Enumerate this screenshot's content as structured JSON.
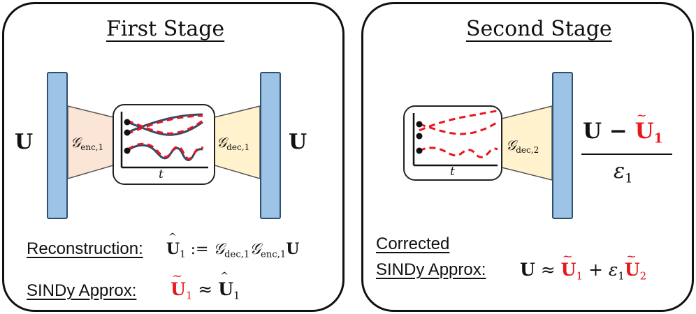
{
  "first_stage": {
    "title": "First Stage",
    "input_symbol": "U",
    "output_symbol": "U",
    "encoder_label": "𝒢",
    "encoder_sub": "enc,1",
    "decoder_label": "𝒢",
    "decoder_sub": "dec,1",
    "time_label": "t",
    "reconstruction_label": "Reconstruction:",
    "reconstruction_eq": {
      "lhs": "U",
      "lhs_sub": "1",
      "assign": " := ",
      "g1": "𝒢",
      "g1_sub": "dec,1",
      "g2": "𝒢",
      "g2_sub": "enc,1",
      "rhs": "U"
    },
    "sindy_label": "SINDy Approx:",
    "sindy_eq": {
      "lhs": "U",
      "lhs_sub": "1",
      "op": " ≈ ",
      "rhs": "U",
      "rhs_sub": "1"
    }
  },
  "second_stage": {
    "title": "Second Stage",
    "decoder_label": "𝒢",
    "decoder_sub": "dec,2",
    "time_label": "t",
    "fraction": {
      "num_left": "U − ",
      "num_right": "U",
      "num_right_sub": "1",
      "den": "ε",
      "den_sub": "1"
    },
    "corrected_label_line1": "Corrected",
    "corrected_label_line2": "SINDy Approx:",
    "corrected_eq": {
      "lhs": "U",
      "op": " ≈ ",
      "t1": "U",
      "t1_sub": "1",
      "plus": " + ",
      "eps": "ε",
      "eps_sub": "1",
      "t2": "U",
      "t2_sub": "2"
    }
  },
  "colors": {
    "bar_fill": "#9dc3e6",
    "encoder_fill": "#fbe5d6",
    "decoder_fill": "#fff2cc",
    "dark_curve": "#2e4a6b",
    "red_dashed": "#e8171d",
    "highlight": "#e8171d"
  }
}
